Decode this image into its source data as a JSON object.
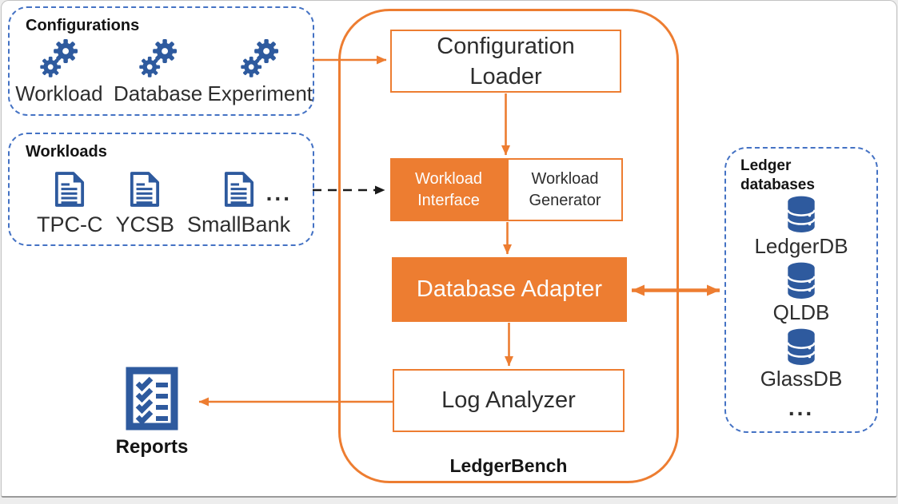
{
  "colors": {
    "accent_orange": "#ED7D31",
    "icon_blue": "#2E5A9E",
    "dashed_border_blue": "#4472C4"
  },
  "configurations": {
    "title": "Configurations",
    "items": [
      "Workload",
      "Database",
      "Experiment"
    ]
  },
  "workloads": {
    "title": "Workloads",
    "items": [
      "TPC-C",
      "YCSB",
      "SmallBank"
    ],
    "more": "..."
  },
  "ledgerbench": {
    "label": "LedgerBench",
    "configuration_loader": "Configuration Loader",
    "workload_interface": "Workload Interface",
    "workload_generator": "Workload Generator",
    "database_adapter": "Database Adapter",
    "log_analyzer": "Log Analyzer"
  },
  "ledger_databases": {
    "title": "Ledger databases",
    "items": [
      "LedgerDB",
      "QLDB",
      "GlassDB"
    ],
    "more": "..."
  },
  "reports": {
    "label": "Reports"
  }
}
